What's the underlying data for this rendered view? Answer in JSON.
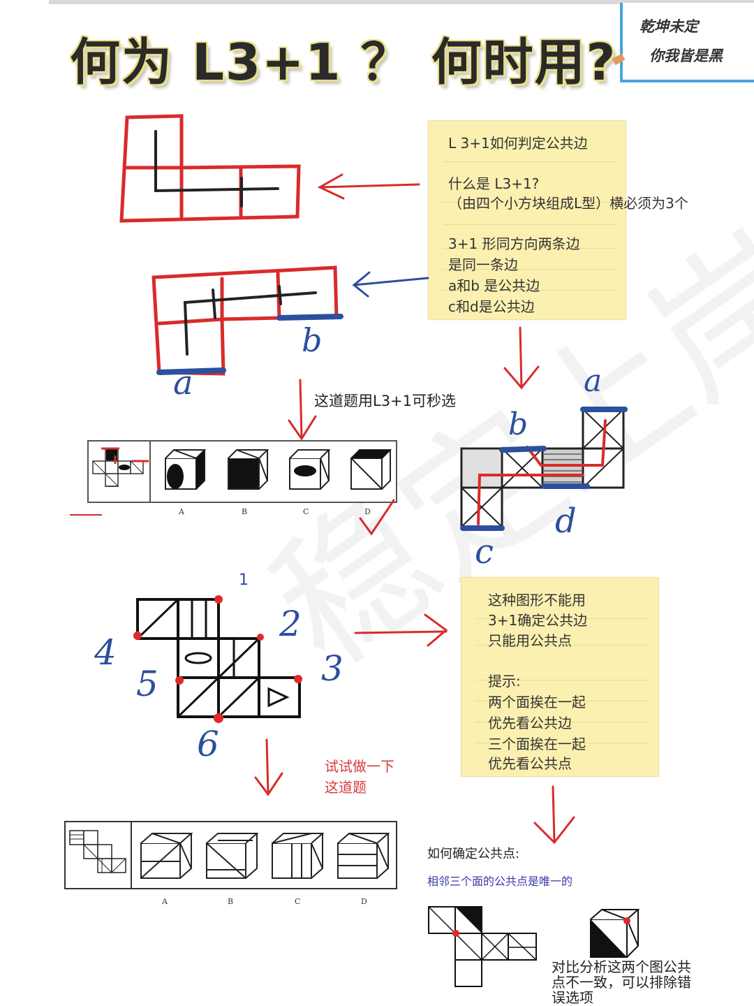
{
  "title": "何为 L3+1 ？ 何时用?",
  "corner": {
    "line1": "乾坤未定",
    "line2": "你我皆是黑"
  },
  "note1": {
    "lines": [
      "L 3+1如何判定公共边",
      "什么是  L3+1?",
      "（由四个小方块组成L型）横必须为3个",
      "3+1 形同方向两条边",
      "是同一条边",
      "a和b 是公共边",
      "c和d是公共边"
    ]
  },
  "labels": {
    "a": "a",
    "b": "b",
    "c": "c",
    "d": "d"
  },
  "q1": {
    "hint": "这道题用L3+1可秒选",
    "options": [
      "A",
      "B",
      "C",
      "D"
    ]
  },
  "note2": {
    "lines": [
      "这种图形不能用",
      "3+1确定公共边",
      "只能用公共点",
      "提示:",
      "两个面挨在一起",
      "优先看公共边",
      "三个面挨在一起",
      "优先看公共点"
    ]
  },
  "points": [
    "1",
    "2",
    "3",
    "4",
    "5",
    "6"
  ],
  "q2": {
    "hint_line1": "试试做一下",
    "hint_line2": "这道题",
    "options": [
      "A",
      "B",
      "C",
      "D"
    ]
  },
  "common_point": {
    "heading": "如何确定公共点:",
    "sub": "相邻三个面的公共点是唯一的",
    "compare_line1": "对比分析这两个图公共",
    "compare_line2": "点不一致，可以排除错",
    "compare_line3": "误选项"
  },
  "colors": {
    "red": "#d92b2b",
    "blue": "#2c4f9e",
    "note": "#fbf0b0",
    "accent": "#4aa3e0"
  }
}
